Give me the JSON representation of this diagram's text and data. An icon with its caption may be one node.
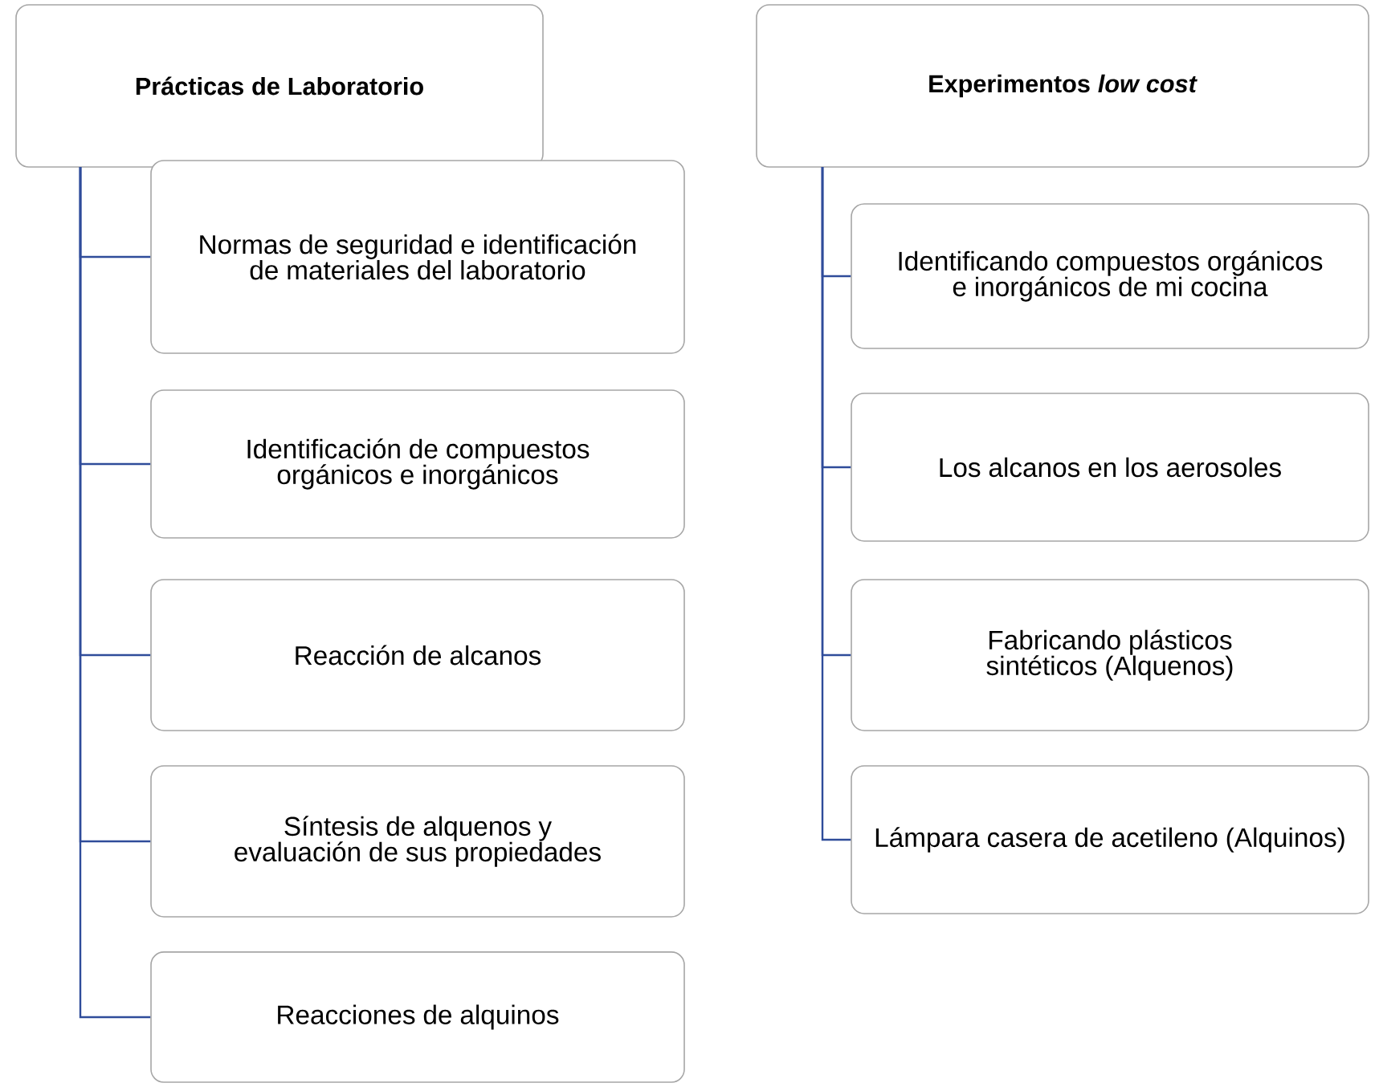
{
  "diagram": {
    "nodes": [
      {
        "text": [
          "Prácticas de Laboratorio"
        ]
      },
      {
        "text": [
          "Normas de seguridad e identificación de materiales del laboratorio"
        ]
      },
      {
        "text": [
          "Identificación de compuestos orgánicos e inorgánicos"
        ]
      },
      {
        "text": [
          "Reacción de alcanos"
        ]
      },
      {
        "text": [
          "Síntesis de alquenos y evaluación de sus propiedades"
        ]
      },
      {
        "text": [
          "Reacciones de alquinos"
        ]
      },
      {
        "text": [
          "Experimentos *low cost*"
        ]
      },
      {
        "text": [
          "Identificando compuestos orgánicos e inorgánicos de mi cocina"
        ]
      },
      {
        "text": [
          "Los alcanos en los aerosoles"
        ]
      },
      {
        "text": [
          "Fabricando plásticos sintéticos (Alquenos)"
        ]
      },
      {
        "text": [
          "Lámpara casera de acetileno (Alquinos)"
        ]
      }
    ],
    "edges": [
      {
        "from": 0,
        "to": 1,
        "arrow": "none"
      },
      {
        "from": 0,
        "to": 2,
        "arrow": "none"
      },
      {
        "from": 0,
        "to": 3,
        "arrow": "none"
      },
      {
        "from": 0,
        "to": 4,
        "arrow": "none"
      },
      {
        "from": 0,
        "to": 5,
        "arrow": "none"
      },
      {
        "from": 6,
        "to": 7,
        "arrow": "none"
      },
      {
        "from": 6,
        "to": 8,
        "arrow": "none"
      },
      {
        "from": 6,
        "to": 9,
        "arrow": "none"
      },
      {
        "from": 6,
        "to": 10,
        "arrow": "none"
      }
    ]
  }
}
